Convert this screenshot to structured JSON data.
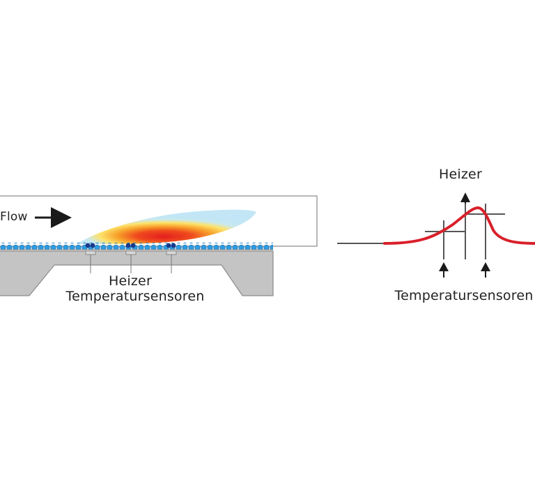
{
  "left_diagram": {
    "flow_label": "Flow",
    "heater_label": "Heizer",
    "sensors_label": "Temperatursensoren"
  },
  "right_diagram": {
    "heater_label": "Heizer",
    "sensors_label": "Temperatursensoren"
  },
  "colors": {
    "curve": "#d9202a",
    "axis": "#555555",
    "substrate": "#c4c4c4",
    "membrane_dot": "#2d9be0",
    "sensor_dot": "#1a3a8c",
    "text": "#222222"
  }
}
